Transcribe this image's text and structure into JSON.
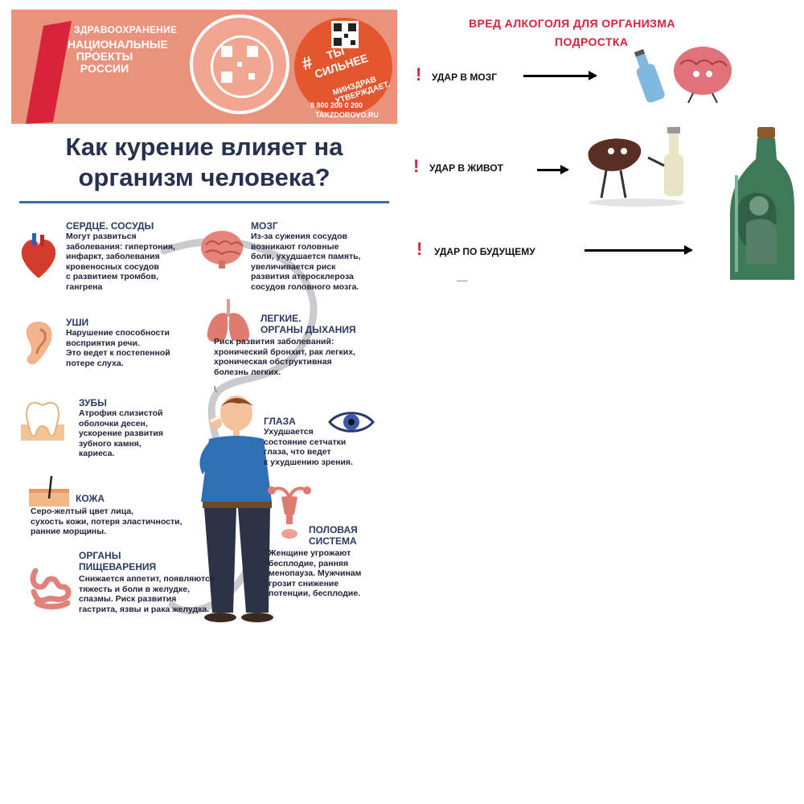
{
  "banner": {
    "health_label": "ЗДРАВООХРАНЕНИЕ",
    "national_projects": "НАЦИОНАЛЬНЫЕ ПРОЕКТЫ РОССИИ",
    "slogan_hash": "#",
    "slogan_line1": "ТЫ",
    "slogan_line2": "СИЛЬНЕЕ",
    "ministry_claim": "МИНЗДРАВ УТВЕРЖДАЕТ.",
    "phone": "8 800 200 0 200",
    "site": "TAKZDOROVO.RU"
  },
  "poster": {
    "title": "Как курение влияет на организм человека?",
    "sections": [
      {
        "id": "heart",
        "title": "СЕРДЦЕ. СОСУДЫ",
        "text": "Могут развиться\nзаболевания: гипертония,\nинфаркт, заболевания\nкровеносных сосудов\nс развитием тромбов,\nгангрена"
      },
      {
        "id": "brain",
        "title": "МОЗГ",
        "text": "Из-за сужения сосудов\nвозникают головные\nболи, ухудшается память,\nувеличивается риск\nразвития атеросклероза\nсосудов головного мозга."
      },
      {
        "id": "ears",
        "title": "УШИ",
        "text": "Нарушение способности\nвосприятия речи.\nЭто ведет к постепенной\nпотере слуха."
      },
      {
        "id": "lungs",
        "title": "ЛЕГКИЕ.\nОРГАНЫ ДЫХАНИЯ",
        "text": "Риск развития заболеваний:\nхронический бронхит, рак легких,\nхроническая обструктивная\nболезнь легких."
      },
      {
        "id": "teeth",
        "title": "ЗУБЫ",
        "text": "Атрофия слизистой\nоболочки десен,\nускорение развития\nзубного камня,\nкариеса."
      },
      {
        "id": "eyes",
        "title": "ГЛАЗА",
        "text": "Ухудшается\nсостояние сетчатки\nглаза,  что ведет\nк ухудшению зрения."
      },
      {
        "id": "skin",
        "title": "КОЖА",
        "text": "Серо-желтый цвет лица,\nсухость кожи, потеря эластичности,\nранние морщины."
      },
      {
        "id": "repro",
        "title": "ПОЛОВАЯ\nСИСТЕМА",
        "text": "Женщине угрожают\nбесплодие, ранняя\nменопауза. Мужчинам\nгрозит снижение\nпотенции, бесплодие."
      },
      {
        "id": "digest",
        "title": "ОРГАНЫ\nПИЩЕВАРЕНИЯ",
        "text": "Снижается аппетит, появляются\nтяжесть и боли в желудке,\nспазмы. Риск развития\nгастрита, язвы и рака желудка."
      }
    ]
  },
  "alcohol": {
    "title_line1": "ВРЕД АЛКОГОЛЯ ДЛЯ ОРГАНИЗМА",
    "title_line2": "ПОДРОСТКА",
    "items": [
      {
        "mark": "!",
        "label": "УДАР В МОЗГ"
      },
      {
        "mark": "!",
        "label": "УДАР В ЖИВОТ"
      },
      {
        "mark": "!",
        "label": "УДАР ПО БУДУЩЕМУ"
      }
    ],
    "footnote": "___"
  },
  "colors": {
    "banner_bg": "#e9937c",
    "accent_red": "#d8233a",
    "poster_text": "#27324f",
    "rule_blue": "#3a6ea5"
  }
}
